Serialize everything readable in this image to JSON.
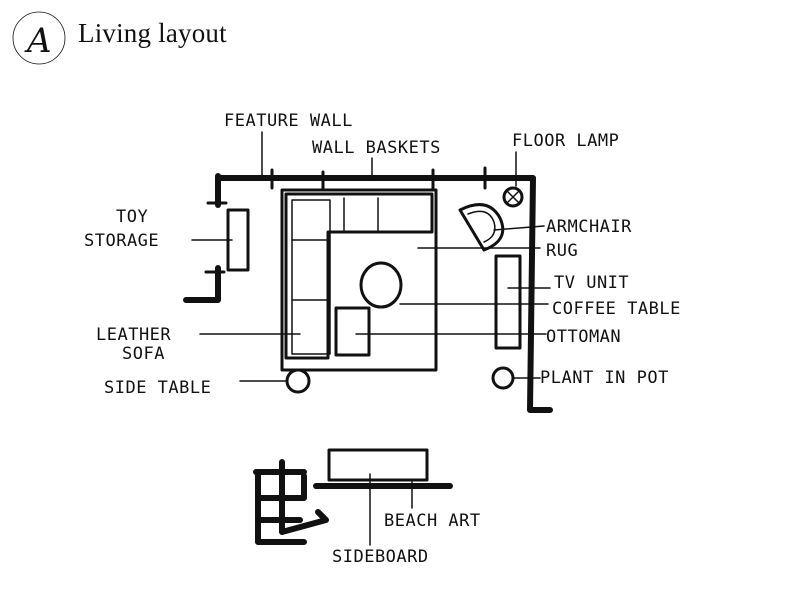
{
  "header": {
    "logo_letter": "A",
    "title": "Living layout"
  },
  "labels": {
    "feature_wall": "FEATURE WALL",
    "wall_baskets": "WALL BASKETS",
    "floor_lamp": "FLOOR LAMP",
    "toy_storage_line1": "TOY",
    "toy_storage_line2": "STORAGE",
    "armchair": "ARMCHAIR",
    "rug": "RUG",
    "tv_unit": "TV UNIT",
    "coffee_table": "COFFEE TABLE",
    "leather_sofa_line1": "LEATHER",
    "leather_sofa_line2": "SOFA",
    "ottoman": "OTTOMAN",
    "side_table": "SIDE TABLE",
    "plant_in_pot": "PLANT IN POT",
    "beach_art": "BEACH ART",
    "sideboard": "SIDEBOARD"
  }
}
